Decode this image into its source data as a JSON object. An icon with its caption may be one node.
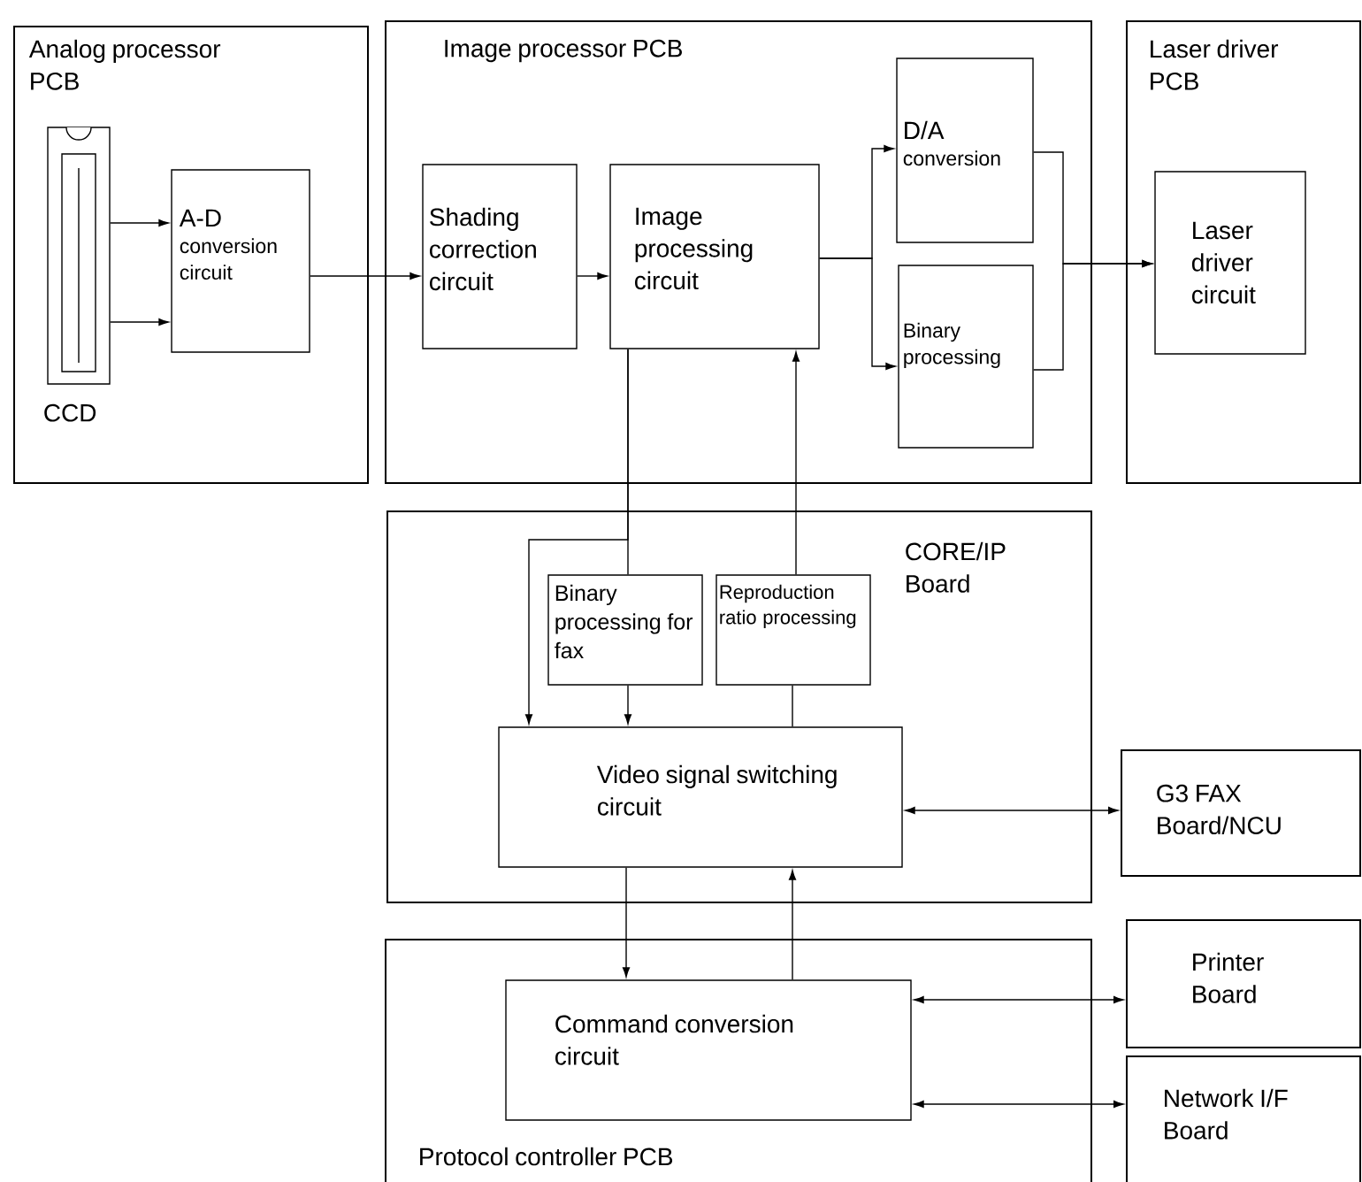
{
  "diagram": {
    "nodes": [
      {
        "text": [
          "Analog processor PCB"
        ]
      },
      {
        "text": [
          "CCD"
        ],
        "in": 0
      },
      {
        "text": [
          "A-D",
          "conversion circuit"
        ],
        "in": 0
      },
      {
        "text": [
          "Image processor PCB"
        ]
      },
      {
        "text": [
          "Shading correction circuit"
        ],
        "in": 3
      },
      {
        "text": [
          "Image processing circuit"
        ],
        "in": 3
      },
      {
        "text": [
          "D/A",
          "conversion"
        ],
        "in": 3
      },
      {
        "text": [
          "Binary processing"
        ],
        "in": 3
      },
      {
        "text": [
          "Laser driver PCB"
        ]
      },
      {
        "text": [
          "Laser driver circuit"
        ],
        "in": 8
      },
      {
        "text": [
          "CORE/IP Board"
        ]
      },
      {
        "text": [
          "Binary processing for fax"
        ],
        "in": 10
      },
      {
        "text": [
          "Reproduction ratio processing"
        ],
        "in": 10
      },
      {
        "text": [
          "Video signal switching circuit"
        ],
        "in": 10
      },
      {
        "text": [
          "G3 FAX Board/NCU"
        ]
      },
      {
        "text": [
          "Protocol controller PCB"
        ]
      },
      {
        "text": [
          "Command conversion circuit"
        ],
        "in": 15
      },
      {
        "text": [
          "Printer Board"
        ]
      },
      {
        "text": [
          "Network I/F Board"
        ]
      }
    ],
    "edges": [
      {
        "from": 1,
        "to": 2,
        "arrow": "to"
      },
      {
        "from": 1,
        "to": 2,
        "arrow": "to"
      },
      {
        "from": 2,
        "to": 4,
        "arrow": "to"
      },
      {
        "from": 4,
        "to": 5,
        "arrow": "to"
      },
      {
        "from": 5,
        "to": 6,
        "arrow": "to"
      },
      {
        "from": 5,
        "to": 7,
        "arrow": "to"
      },
      {
        "from": 6,
        "to": 9,
        "arrow": "to"
      },
      {
        "from": 7,
        "to": 9,
        "arrow": "to"
      },
      {
        "from": 5,
        "to": 11,
        "arrow": "none"
      },
      {
        "from": 11,
        "to": 13,
        "arrow": "to"
      },
      {
        "from": 5,
        "to": 13,
        "arrow": "to"
      },
      {
        "from": 13,
        "to": 12,
        "arrow": "none"
      },
      {
        "from": 12,
        "to": 5,
        "arrow": "to"
      },
      {
        "from": 13,
        "to": 14,
        "arrow": "both"
      },
      {
        "from": 13,
        "to": 16,
        "arrow": "to"
      },
      {
        "from": 16,
        "to": 13,
        "arrow": "to"
      },
      {
        "from": 16,
        "to": 17,
        "arrow": "both"
      },
      {
        "from": 16,
        "to": 18,
        "arrow": "both"
      }
    ]
  }
}
